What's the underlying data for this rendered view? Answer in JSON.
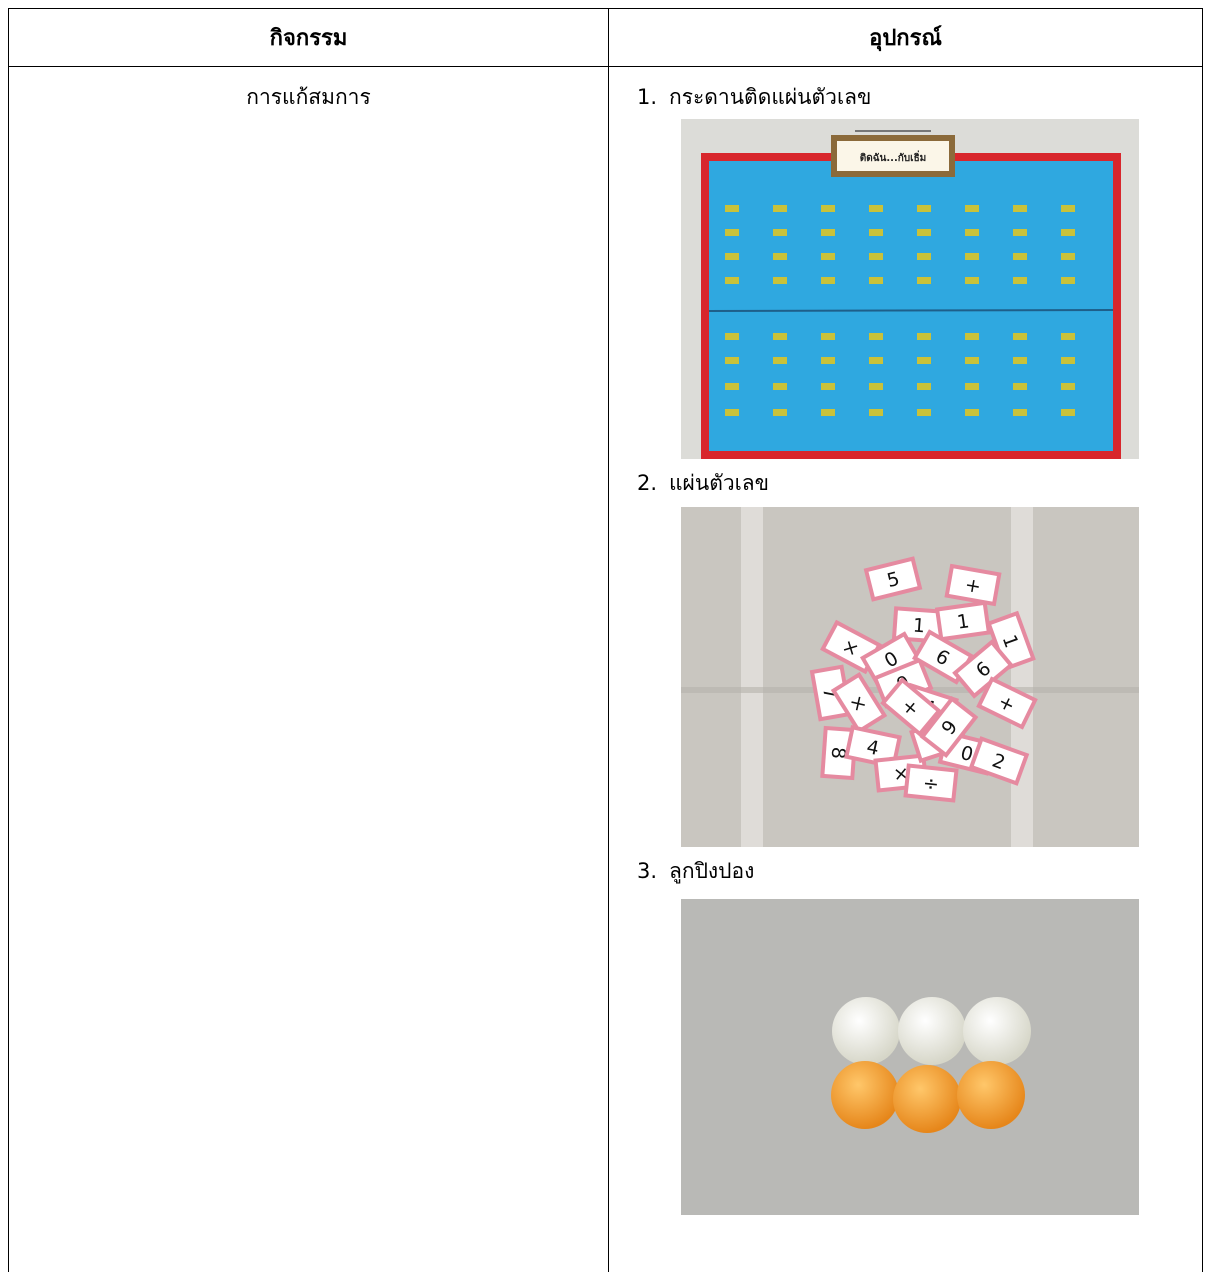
{
  "table": {
    "headers": {
      "activity": "กิจกรรม",
      "equipment": "อุปกรณ์"
    },
    "activity": "การแก้สมการ",
    "equipment_items": [
      {
        "num": "1.",
        "label": "กระดานติดแผ่นตัวเลข",
        "board_sign": "ติดฉัน...กับเธิ่ม"
      },
      {
        "num": "2.",
        "label": "แผ่นตัวเลข",
        "cards": [
          "5",
          "+",
          "1",
          "1",
          "1",
          "×",
          "0",
          "7",
          "×",
          "9",
          "6",
          "6",
          "4",
          "+",
          "8",
          "4",
          "×",
          "8",
          "0",
          "2",
          "9",
          "÷",
          "+"
        ]
      },
      {
        "num": "3.",
        "label": "ลูกปิงปอง"
      }
    ]
  },
  "colors": {
    "board_blue": "#2fa8e0",
    "board_red": "#d8262c",
    "tab_yellow": "#c9c23a",
    "card_pink": "#e58aa0",
    "ball_white": "#f2f2ea",
    "ball_orange": "#f6a431"
  }
}
